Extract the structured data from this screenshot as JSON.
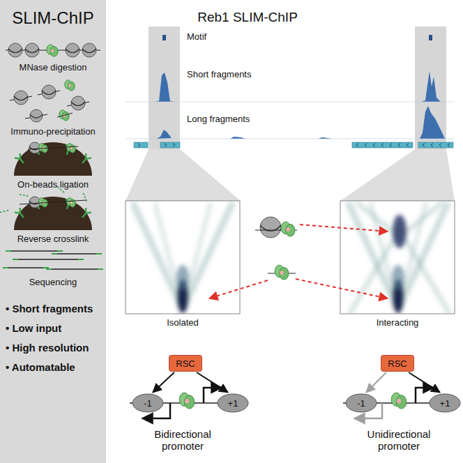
{
  "diagram": {
    "nodes": [
      {
        "text": [
          "SLIM-ChIP"
        ]
      },
      {
        "text": [
          "RSC"
        ]
      },
      {
        "text": [
          "-1"
        ]
      },
      {
        "text": [
          "+1"
        ]
      },
      {
        "text": [
          "RSC"
        ]
      },
      {
        "text": [
          "-1"
        ]
      },
      {
        "text": [
          "+1"
        ]
      }
    ],
    "edges": [
      {
        "from": 1,
        "to": 2,
        "arrow": "to"
      },
      {
        "from": 1,
        "to": 3,
        "arrow": "to"
      },
      {
        "from": 4,
        "to": 5,
        "arrow": "to"
      },
      {
        "from": 4,
        "to": 6,
        "arrow": "to"
      }
    ],
    "labels": [
      "Reb1 SLIM-ChIP",
      "MNase digestion",
      "Immuno-precipitation",
      "On-beads ligation",
      "Reverse crosslink",
      "Sequencing",
      "• Short fragments",
      "• Low input",
      "• High resolution",
      "• Automatable",
      "Motif",
      "Short fragments",
      "Long fragments",
      "Isolated",
      "Interacting",
      "Bidirectional promoter",
      "Unidirectional promoter"
    ]
  }
}
